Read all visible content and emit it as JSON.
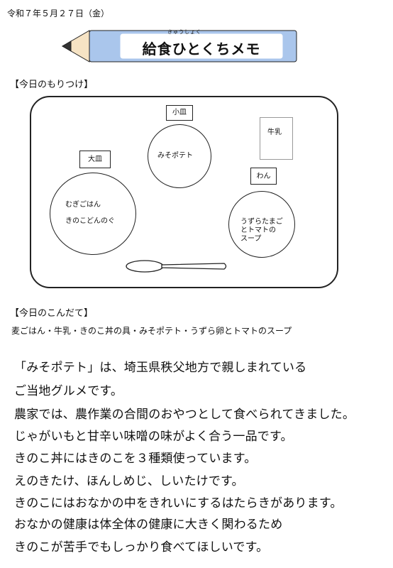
{
  "date": "令和７年５月２７日（金）",
  "title": {
    "ruby": "きゅうしょく",
    "text": "給食ひとくちメモ"
  },
  "layout_section": {
    "heading": "【今日のもりつけ】",
    "small_plate_label": "小皿",
    "small_plate_content": "みそポテト",
    "milk_label": "牛乳",
    "big_plate_label": "大皿",
    "big_plate_lines": [
      "むぎごはん",
      "きのこどんのぐ"
    ],
    "bowl_label": "わん",
    "bowl_lines": [
      "うずらたまご",
      "とトマトの",
      "スープ"
    ]
  },
  "menu_section": {
    "heading": "【今日のこんだて】",
    "items": "麦ごはん・牛乳・きのこ丼の具・みそポテト・うずら卵とトマトのスープ"
  },
  "body_lines": [
    "「みそポテト」は、埼玉県秩父地方で親しまれている",
    "ご当地グルメです。",
    "農家では、農作業の合間のおやつとして食べられてきました。",
    "じゃがいもと甘辛い味噌の味がよく合う一品です。",
    "きのこ丼にはきのこを３種類使っています。",
    "えのきたけ、ほんしめじ、しいたけです。",
    "きのこにはおなかの中をきれいにするはたらきがあります。",
    "おなかの健康は体全体の健康に大きく関わるため",
    "きのこが苦手でもしっかり食べてほしいです。"
  ]
}
